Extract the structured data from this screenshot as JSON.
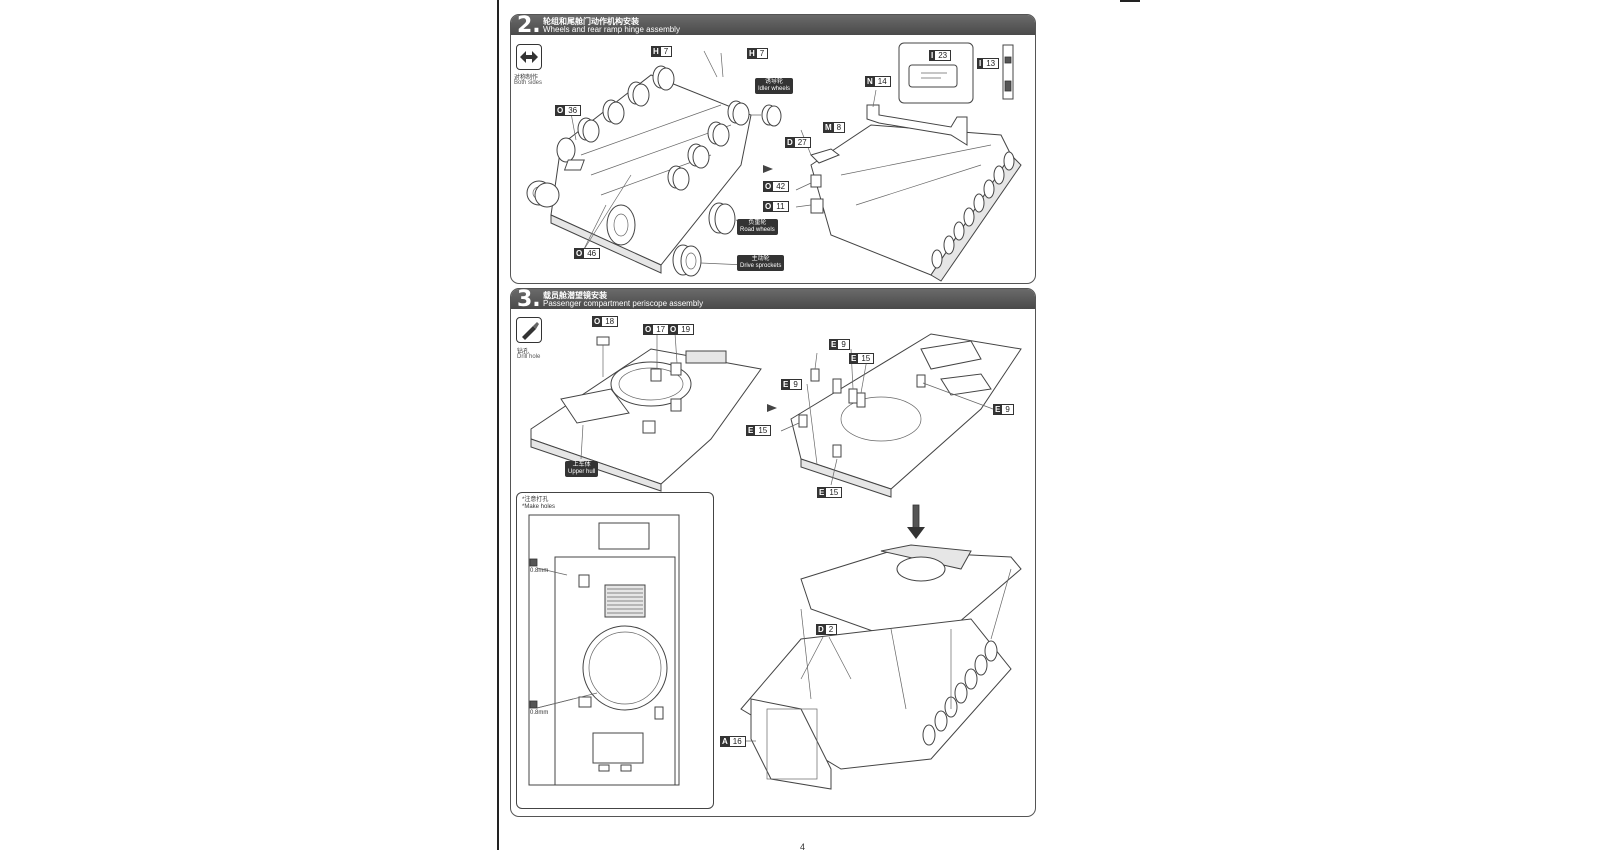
{
  "page": {
    "number": "4"
  },
  "step2": {
    "number": "2.",
    "title_cn": "轮组和尾舱门动作机构安装",
    "title_en": "Wheels and rear ramp hinge assembly",
    "symbol_cn": "对称制作",
    "symbol_en": "Both sides",
    "symbol_icon": "symmetry-arrows-icon",
    "callouts": {
      "h7a": {
        "letter": "H",
        "num": "7"
      },
      "h7b": {
        "letter": "H",
        "num": "7"
      },
      "o36": {
        "letter": "O",
        "num": "36"
      },
      "o46": {
        "letter": "O",
        "num": "46"
      },
      "n14": {
        "letter": "N",
        "num": "14"
      },
      "m8": {
        "letter": "M",
        "num": "8"
      },
      "d27": {
        "letter": "D",
        "num": "27"
      },
      "o42": {
        "letter": "O",
        "num": "42"
      },
      "o11": {
        "letter": "O",
        "num": "11"
      },
      "i23": {
        "letter": "I",
        "num": "23"
      },
      "i13": {
        "letter": "I",
        "num": "13"
      }
    },
    "labels": {
      "idler_cn": "诱导轮",
      "idler_en": "Idler wheels",
      "road_cn": "负重轮",
      "road_en": "Road wheels",
      "drive_cn": "主动轮",
      "drive_en": "Drive sprockets"
    }
  },
  "step3": {
    "number": "3.",
    "title_cn": "载员舱潜望镜安装",
    "title_en": "Passenger compartment periscope assembly",
    "symbol_cn": "钻孔",
    "symbol_en": "Drill hole",
    "symbol_icon": "drill-icon",
    "callouts": {
      "o18": {
        "letter": "O",
        "num": "18"
      },
      "o17": {
        "letter": "O",
        "num": "17"
      },
      "o19": {
        "letter": "O",
        "num": "19"
      },
      "e9a": {
        "letter": "E",
        "num": "9"
      },
      "e15a": {
        "letter": "E",
        "num": "15"
      },
      "e9b": {
        "letter": "E",
        "num": "9"
      },
      "e9c": {
        "letter": "E",
        "num": "9"
      },
      "e15b": {
        "letter": "E",
        "num": "15"
      },
      "e15c": {
        "letter": "E",
        "num": "15"
      },
      "d2": {
        "letter": "D",
        "num": "2"
      },
      "a16": {
        "letter": "A",
        "num": "16"
      }
    },
    "labels": {
      "upper_hull_cn": "上车体",
      "upper_hull_en": "Upper hull"
    },
    "inset": {
      "note_cn": "*注意打孔",
      "note_en": "*Make holes",
      "dim_top": "0.8mm",
      "dim_bottom": "0.8mm"
    }
  }
}
